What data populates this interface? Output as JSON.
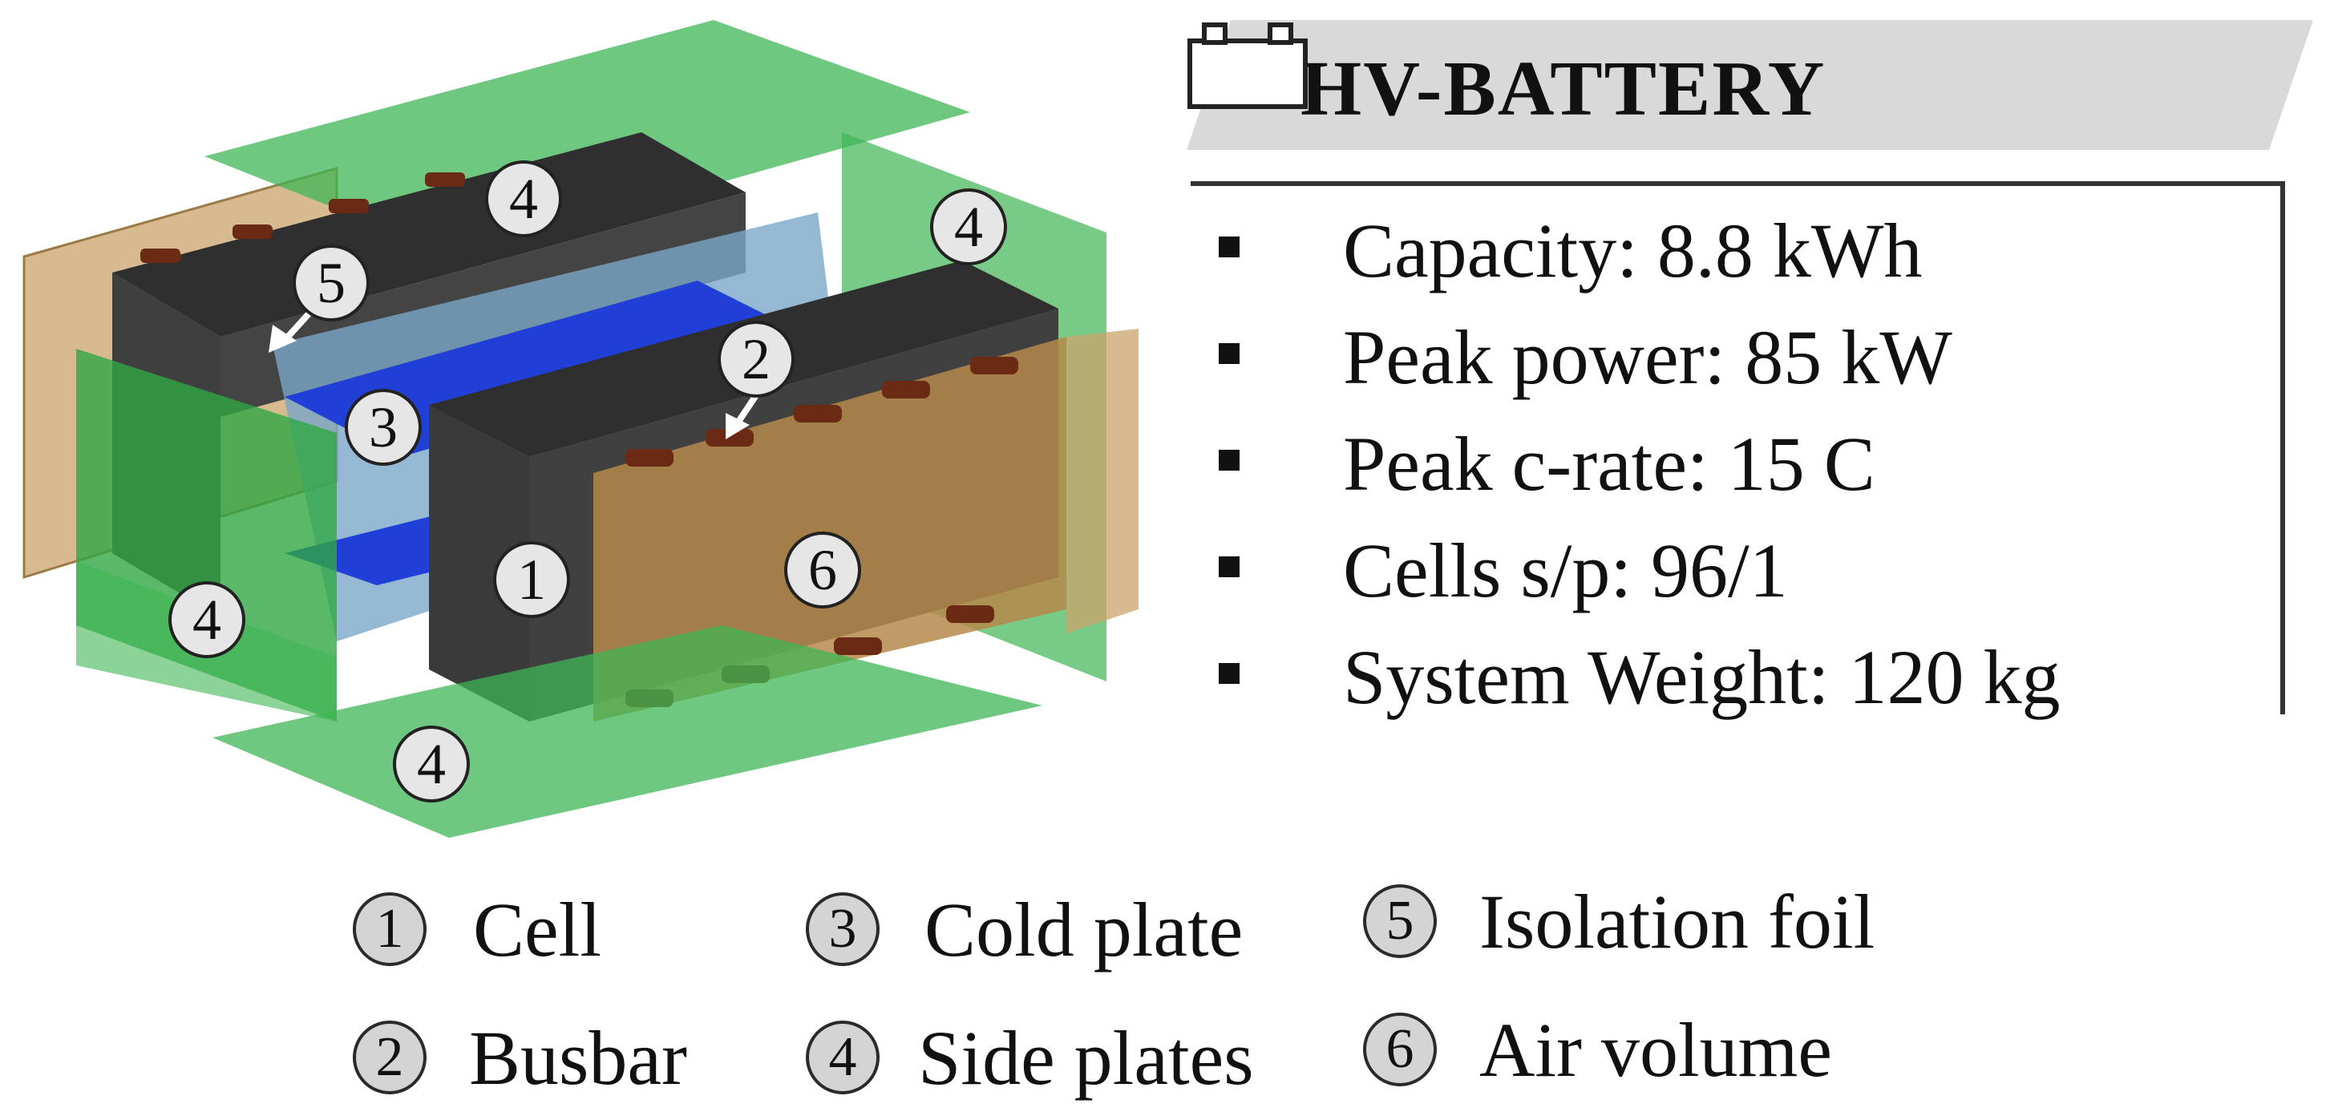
{
  "header": {
    "title": "HV-BATTERY",
    "icon": "battery-icon",
    "banner_color": "#d9d9d9"
  },
  "specs": [
    {
      "text": "Capacity: 8.8 kWh"
    },
    {
      "text": "Peak power: 85 kW"
    },
    {
      "text": "Peak c-rate: 15 C"
    },
    {
      "text": "Cells s/p: 96/1"
    },
    {
      "text": "System Weight: 120 kg"
    }
  ],
  "legend": [
    {
      "num": "1",
      "label": "Cell"
    },
    {
      "num": "2",
      "label": "Busbar"
    },
    {
      "num": "3",
      "label": "Cold plate"
    },
    {
      "num": "4",
      "label": "Side plates"
    },
    {
      "num": "5",
      "label": "Isolation foil"
    },
    {
      "num": "6",
      "label": "Air volume"
    }
  ],
  "callouts": [
    "4",
    "4",
    "5",
    "2",
    "3",
    "1",
    "6",
    "4",
    "4"
  ],
  "colors": {
    "side_plate": "#3fb554",
    "cell": "#3a3a3a",
    "cold_plate": "#1f3fd6",
    "air_volume": "#b58a4a",
    "busbar": "#6b3a1e",
    "foil": "#7aa6c8"
  }
}
